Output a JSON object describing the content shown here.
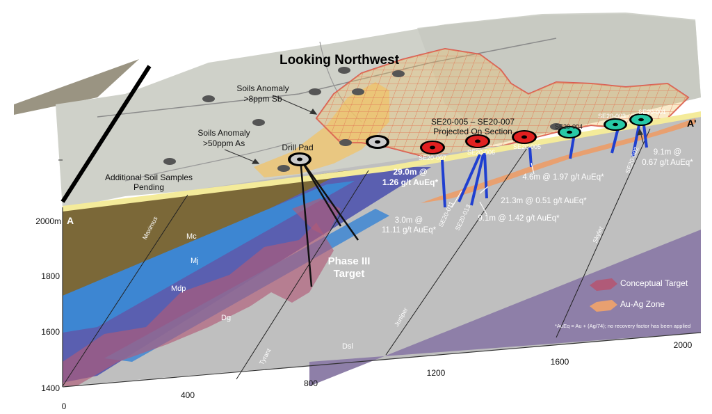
{
  "title": "Looking Northwest",
  "section": {
    "start": "A",
    "end": "A'"
  },
  "map_labels": {
    "soils_sb": [
      "Soils Anomaly",
      ">8ppm Sb"
    ],
    "soils_as": [
      "Soils Anomaly",
      ">50ppm As"
    ],
    "additional": [
      "Additional Soil Samples",
      "Pending"
    ],
    "drill_pad": "Drill Pad",
    "projected": [
      "SE20-005 – SE20-007",
      "Projected On Section"
    ]
  },
  "target": [
    "Phase III",
    "Target"
  ],
  "holes": [
    "SE20-007",
    "SE20-006",
    "SE20-005",
    "SE20-004",
    "SE20-003",
    "SE20-001",
    "SE20-011",
    "SE20-013",
    "SE20-002"
  ],
  "intercepts": {
    "i1": [
      "29.0m @",
      "1.26 g/t AuEq*"
    ],
    "i2": [
      "3.0m @",
      "11.11 g/t AuEq*"
    ],
    "i3": "21.3m @ 0.51 g/t AuEq*",
    "i4": "9.1m @ 1.42 g/t AuEq*",
    "i5": "4.6m @ 1.97 g/t AuEq*",
    "i6": [
      "9.1m @",
      "0.67 g/t AuEq*"
    ]
  },
  "units": [
    "Mc",
    "Mj",
    "Mdp",
    "Dg",
    "Dsl"
  ],
  "faults": [
    "Maximus",
    "Tyrant",
    "Juniper",
    "Skyler"
  ],
  "legend": {
    "conceptual": "Conceptual Target",
    "auag": "Au-Ag Zone"
  },
  "footnote": "*AuEq = Au + (Ag/74); no recovery factor has been applied",
  "axis": {
    "elev_ticks": [
      "2000m",
      "1800",
      "1600",
      "1400"
    ],
    "dist_ticks": [
      "0",
      "400",
      "800",
      "1200",
      "1600",
      "2000"
    ]
  },
  "colors": {
    "mc": "#7b6838",
    "mj": "#3d86d2",
    "mdp": "#5a5fb0",
    "dg": "#bfbfbf",
    "dsl": "#8e7fa8",
    "conceptual": "#b05a78",
    "auag": "#e8a070",
    "drill_red": "#e02020",
    "drill_cyan": "#27c9a7",
    "drill_trace": "#1f3fd0"
  }
}
